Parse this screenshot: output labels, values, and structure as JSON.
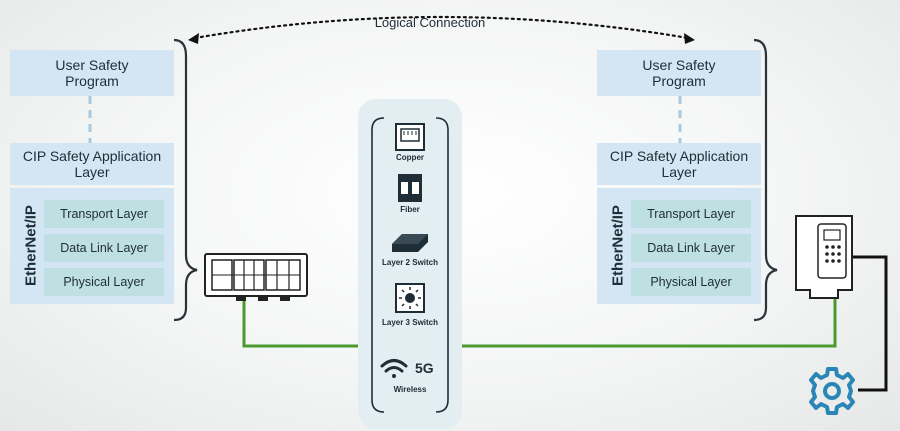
{
  "top_label": "Logical Connection",
  "left_stack": {
    "program": "User Safety Program",
    "cip": "CIP Safety Application Layer",
    "ethernet": "EtherNet/IP",
    "layers": [
      "Transport Layer",
      "Data Link Layer",
      "Physical Layer"
    ]
  },
  "right_stack": {
    "program": "User Safety Program",
    "cip": "CIP Safety Application Layer",
    "ethernet": "EtherNet/IP",
    "layers": [
      "Transport Layer",
      "Data Link Layer",
      "Physical Layer"
    ]
  },
  "media": {
    "copper": "Copper",
    "fiber": "Fiber",
    "l2": "Layer 2 Switch",
    "l3": "Layer 3 Switch",
    "wireless": "Wireless",
    "five_g": "5G"
  },
  "colors": {
    "box_blue": "#d4e6f3",
    "layer_teal": "#bfe0e2",
    "link_green": "#4a9a2e",
    "gear_blue": "#2b86b6",
    "media_panel": "#e3eef2"
  }
}
